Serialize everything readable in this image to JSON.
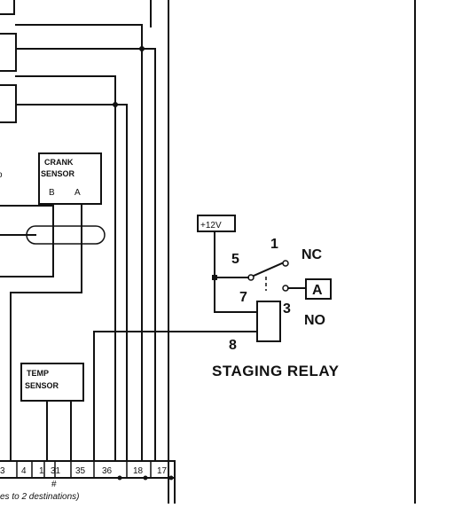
{
  "crank_sensor": {
    "label_line1": "CRANK",
    "label_line2": "SENSOR",
    "pin_b": "B",
    "pin_a": "A"
  },
  "temp_sensor": {
    "label_line1": "TEMP",
    "label_line2": "SENSOR"
  },
  "relay": {
    "supply": "+12V",
    "pin_1": "1",
    "pin_5": "5",
    "pin_7": "7",
    "pin_3": "3",
    "pin_8": "8",
    "nc": "NC",
    "no": "NO",
    "output": "A",
    "title": "STAGING RELAY"
  },
  "connector": {
    "pins": [
      "3",
      "4",
      "1",
      "31",
      "35",
      "36",
      "18",
      "17"
    ],
    "hash": "#",
    "note": "es to 2 destinations)"
  }
}
